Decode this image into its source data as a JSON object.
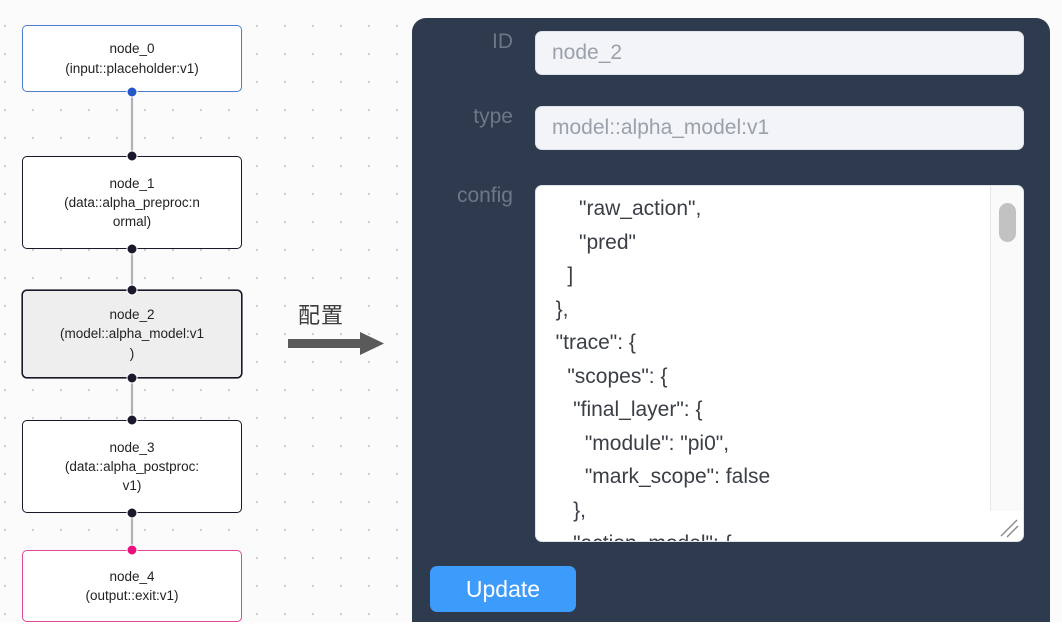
{
  "graph": {
    "nodes": [
      {
        "id": "node_0",
        "title": "node_0",
        "subtitle": "(input::placeholder:v1)",
        "kind": "input",
        "selected": false
      },
      {
        "id": "node_1",
        "title": "node_1",
        "subtitle": "(data::alpha_preproc:n\normal)",
        "kind": "default",
        "selected": false
      },
      {
        "id": "node_2",
        "title": "node_2",
        "subtitle": "(model::alpha_model:v1\n)",
        "kind": "default",
        "selected": true
      },
      {
        "id": "node_3",
        "title": "node_3",
        "subtitle": "(data::alpha_postproc:\nv1)",
        "kind": "default",
        "selected": false
      },
      {
        "id": "node_4",
        "title": "node_4",
        "subtitle": "(output::exit:v1)",
        "kind": "output",
        "selected": false
      }
    ],
    "edges": [
      {
        "from": "node_0",
        "to": "node_1"
      },
      {
        "from": "node_1",
        "to": "node_2"
      },
      {
        "from": "node_2",
        "to": "node_3"
      },
      {
        "from": "node_3",
        "to": "node_4"
      }
    ],
    "colors": {
      "input_border": "#4a7fd1",
      "output_border": "#e0489a",
      "default_border": "#1a192b",
      "selected_fill": "#eeeeee",
      "edge": "#b1b1b7",
      "handle": "#1a192b",
      "handle_input": "#2456c8",
      "handle_output": "#ec0f7f"
    }
  },
  "annotation": {
    "arrow_label": "配置",
    "arrow_color": "#5a5a5a"
  },
  "panel": {
    "background": "#2e3a4e",
    "fields": [
      {
        "key": "id",
        "label": "ID",
        "value": "node_2"
      },
      {
        "key": "type",
        "label": "type",
        "value": "model::alpha_model:v1"
      },
      {
        "key": "config",
        "label": "config",
        "value": ""
      }
    ],
    "id_label": "ID",
    "id_value": "node_2",
    "type_label": "type",
    "type_value": "model::alpha_model:v1",
    "config_label": "config",
    "config_value": "      \"raw_action\",\n      \"pred\"\n    ]\n  },\n  \"trace\": {\n    \"scopes\": {\n     \"final_layer\": {\n       \"module\": \"pi0\",\n       \"mark_scope\": false\n     },\n     \"action_model\": {",
    "update_label": "Update",
    "update_color": "#3d9bfb"
  }
}
